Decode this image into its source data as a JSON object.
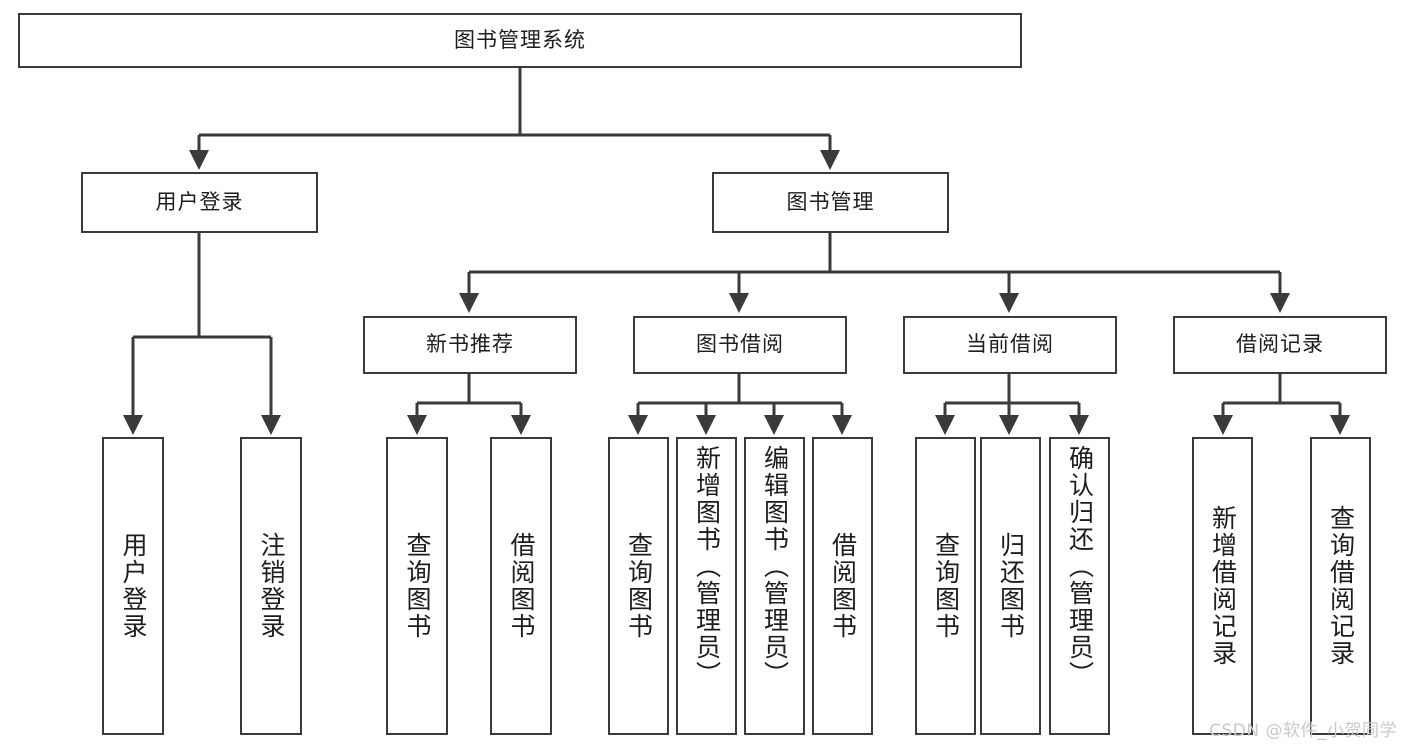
{
  "diagram": {
    "type": "tree",
    "title": "图书管理系统",
    "watermark": "CSDN @软件_小贺同学",
    "colors": {
      "box_border": "#3a3a3a",
      "box_fill": "#ffffff",
      "edge": "#3a3a3a",
      "text": "#1d1d1d",
      "watermark": "#c9c9c9"
    },
    "nodes": {
      "root": {
        "label": "图书管理系统"
      },
      "level2": [
        {
          "id": "user-login",
          "label": "用户登录"
        },
        {
          "id": "book-manage",
          "label": "图书管理"
        }
      ],
      "level3": [
        {
          "id": "new-book-recommend",
          "label": "新书推荐"
        },
        {
          "id": "book-borrow",
          "label": "图书借阅"
        },
        {
          "id": "current-borrow",
          "label": "当前借阅"
        },
        {
          "id": "borrow-record",
          "label": "借阅记录"
        }
      ],
      "leaves": [
        {
          "id": "leaf-user-login",
          "parent": "user-login",
          "label": "用户登录"
        },
        {
          "id": "leaf-logout-login",
          "parent": "user-login",
          "label": "注销登录"
        },
        {
          "id": "leaf-query-book-1",
          "parent": "new-book-recommend",
          "label": "查询图书"
        },
        {
          "id": "leaf-borrow-book-1",
          "parent": "new-book-recommend",
          "label": "借阅图书"
        },
        {
          "id": "leaf-query-book-2",
          "parent": "book-borrow",
          "label": "查询图书"
        },
        {
          "id": "leaf-add-book",
          "parent": "book-borrow",
          "label": "新增图书（管理员）"
        },
        {
          "id": "leaf-edit-book",
          "parent": "book-borrow",
          "label": "编辑图书（管理员）"
        },
        {
          "id": "leaf-borrow-book-2",
          "parent": "book-borrow",
          "label": "借阅图书"
        },
        {
          "id": "leaf-query-book-3",
          "parent": "current-borrow",
          "label": "查询图书"
        },
        {
          "id": "leaf-return-book",
          "parent": "current-borrow",
          "label": "归还图书"
        },
        {
          "id": "leaf-confirm-return",
          "parent": "current-borrow",
          "label": "确认归还（管理员）"
        },
        {
          "id": "leaf-add-record",
          "parent": "borrow-record",
          "label": "新增借阅记录"
        },
        {
          "id": "leaf-query-record",
          "parent": "borrow-record",
          "label": "查询借阅记录"
        }
      ]
    }
  }
}
